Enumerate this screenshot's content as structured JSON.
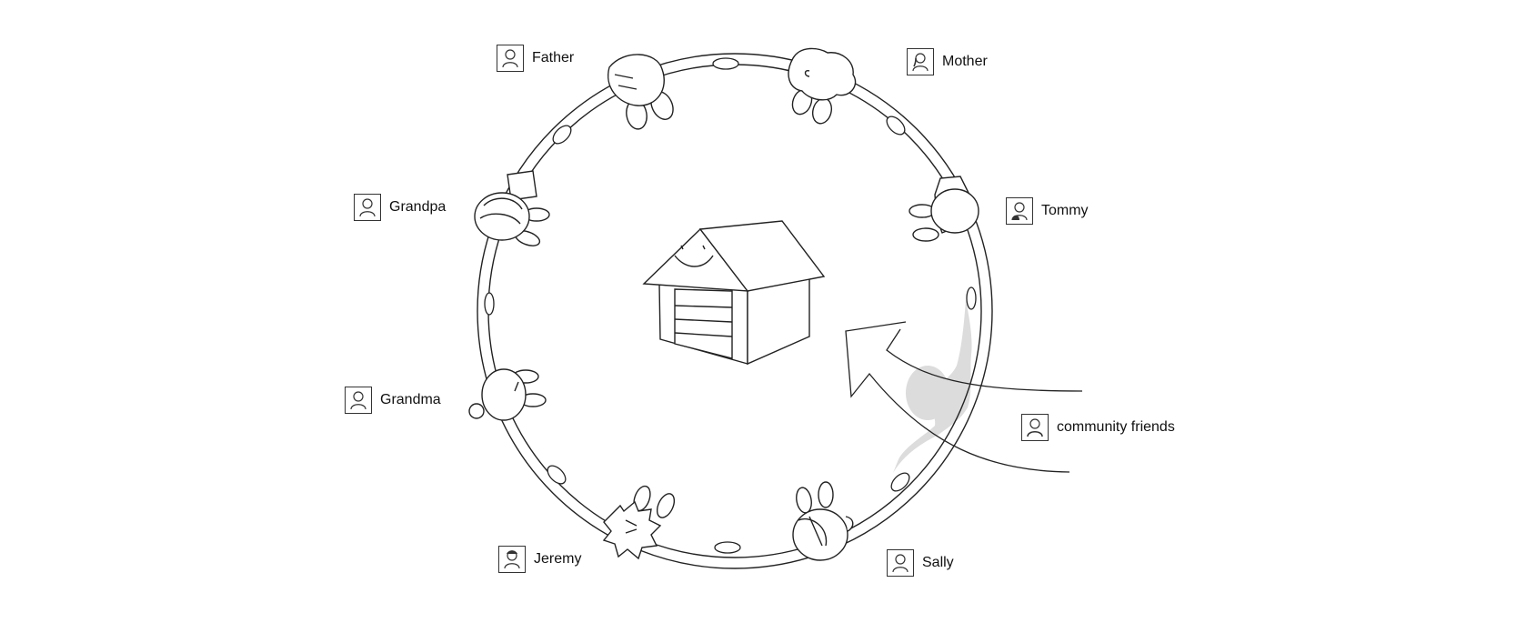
{
  "colors": {
    "stroke": "#222222",
    "background": "#ffffff",
    "newcomer_shadow": "#dcdcdc"
  },
  "people": [
    {
      "id": "father",
      "name": "Father",
      "icon": "person-icon"
    },
    {
      "id": "mother",
      "name": "Mother",
      "icon": "person-icon"
    },
    {
      "id": "tommy",
      "name": "Tommy",
      "icon": "person-icon"
    },
    {
      "id": "grandpa",
      "name": "Grandpa",
      "icon": "person-icon"
    },
    {
      "id": "grandma",
      "name": "Grandma",
      "icon": "person-icon"
    },
    {
      "id": "jeremy",
      "name": "Jeremy",
      "icon": "person-icon"
    },
    {
      "id": "sally",
      "name": "Sally",
      "icon": "person-icon"
    },
    {
      "id": "community",
      "name": "community friends",
      "icon": "person-icon"
    }
  ],
  "center_icon": "smiling-house-icon",
  "entry_arrow_icon": "entry-arrow-icon"
}
